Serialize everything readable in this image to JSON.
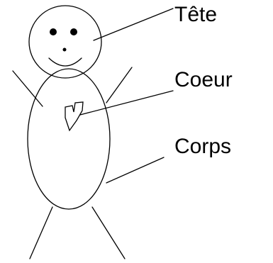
{
  "labels": {
    "head": "Tête",
    "heart": "Coeur",
    "body": "Corps"
  },
  "colors": {
    "ink": "#000000",
    "background": "#ffffff"
  }
}
